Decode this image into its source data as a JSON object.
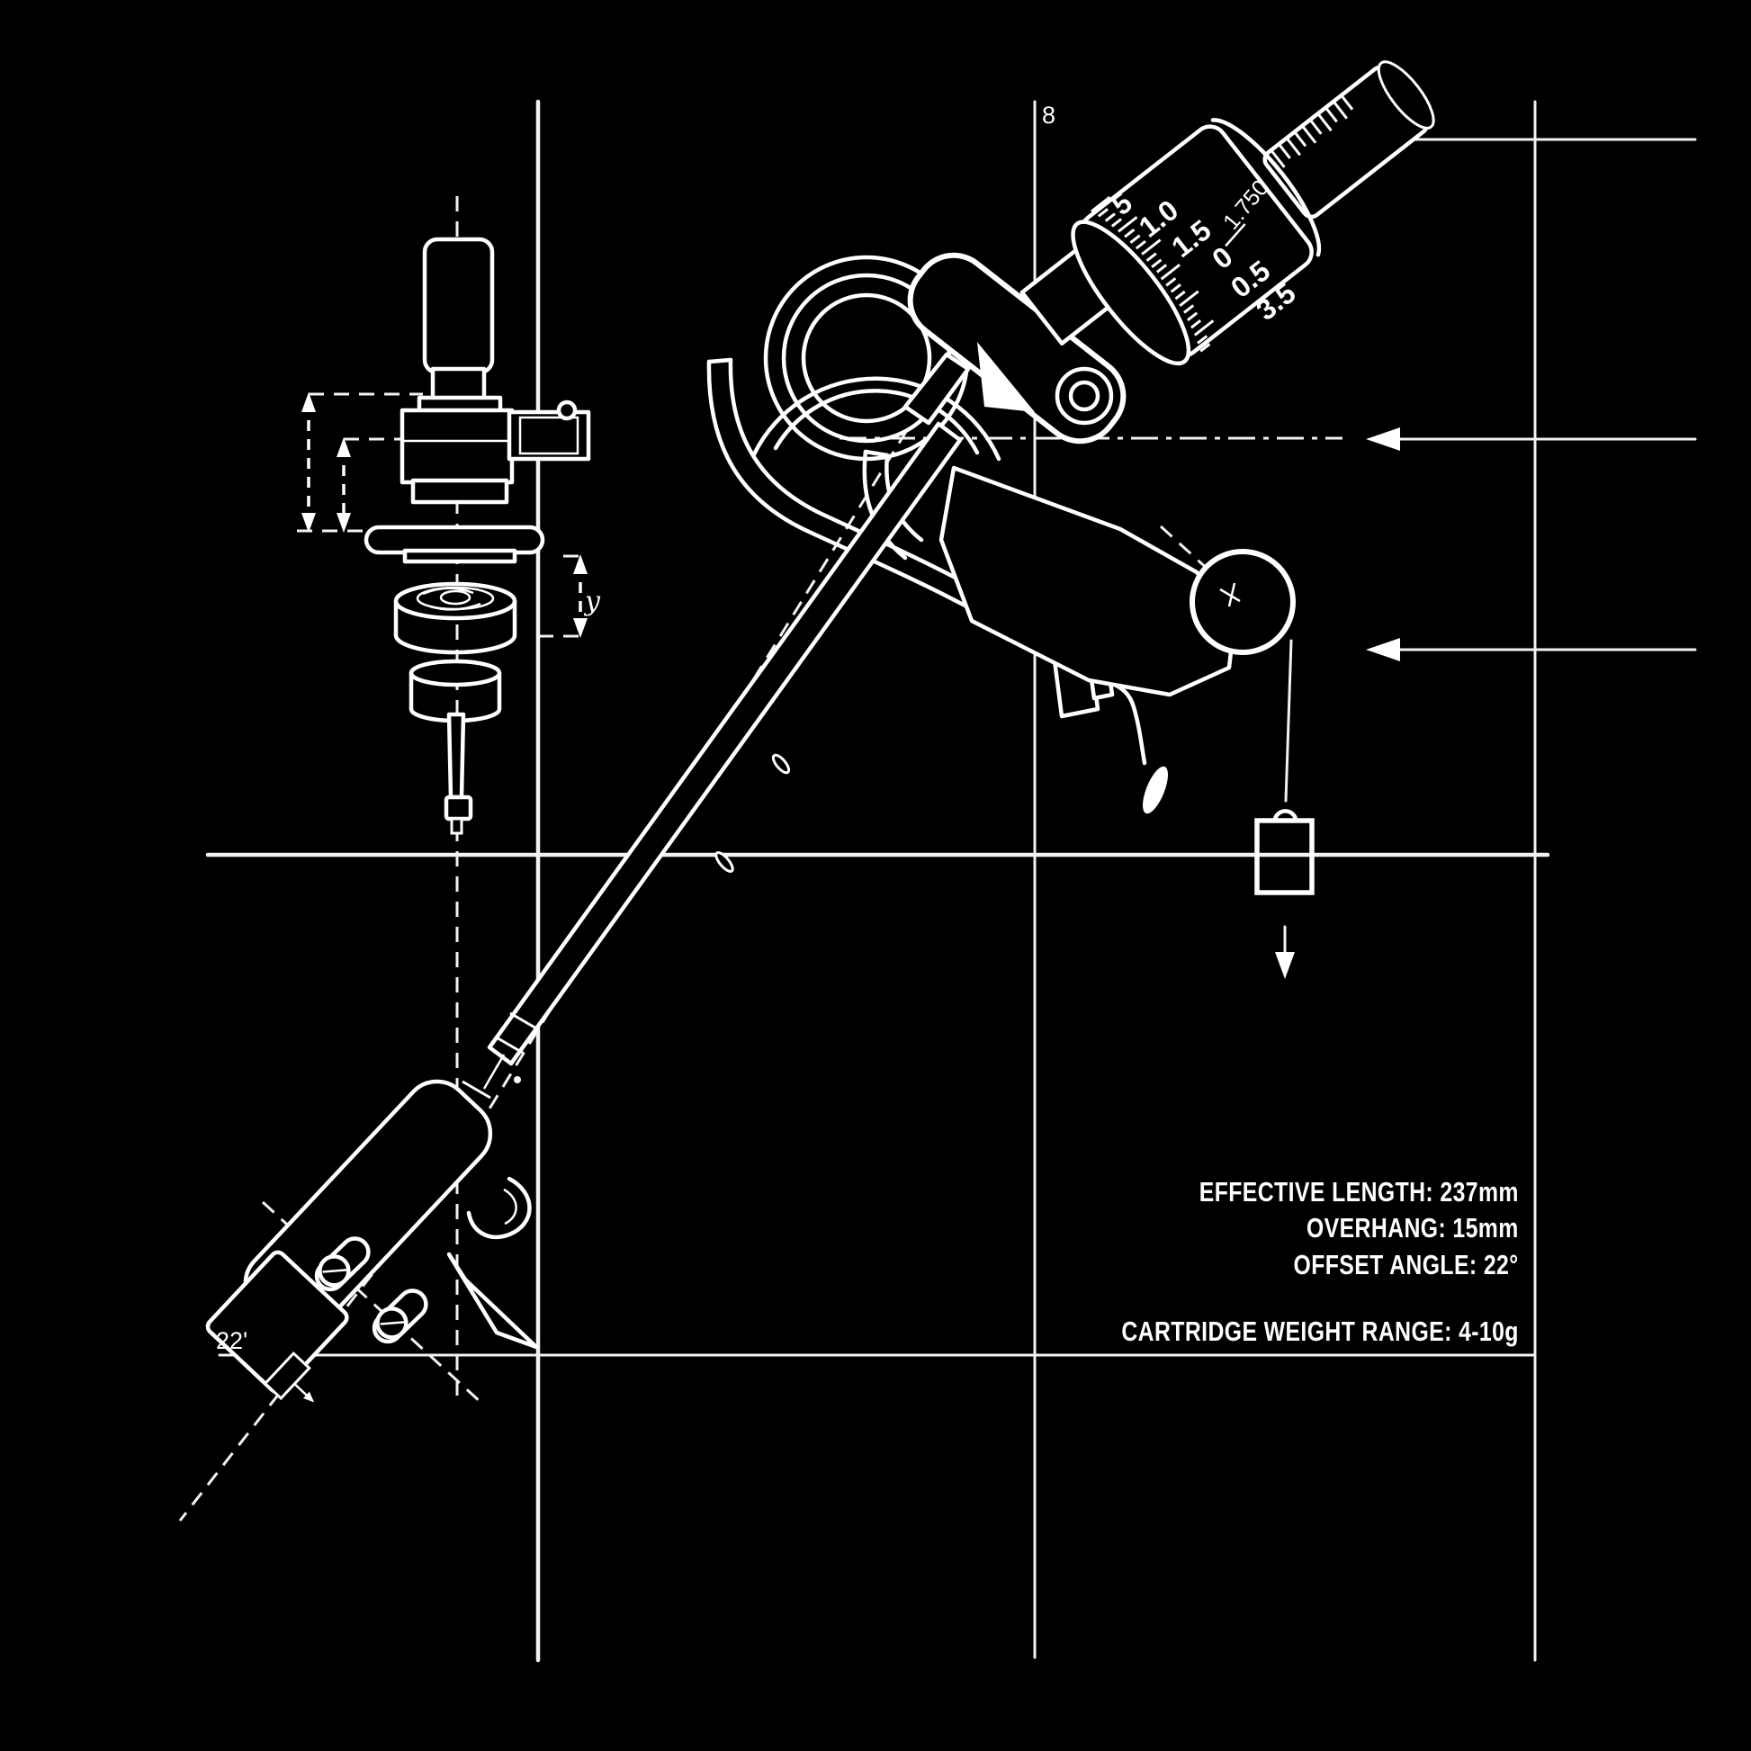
{
  "canvas": {
    "background": "#000000",
    "ink": "#ffffff"
  },
  "labels": {
    "grid_ref": "8",
    "angle_label": "22'",
    "dim_label": "y",
    "dial_setting": "1.750",
    "dial_scale": [
      "5",
      "1.0",
      "1.5",
      "0",
      "0.5",
      "3.5"
    ]
  },
  "specs": {
    "effective_length": "EFFECTIVE LENGTH: 237mm",
    "overhang": "OVERHANG: 15mm",
    "offset_angle": "OFFSET ANGLE: 22°",
    "cartridge_weight": "CARTRIDGE WEIGHT RANGE: 4-10g"
  }
}
